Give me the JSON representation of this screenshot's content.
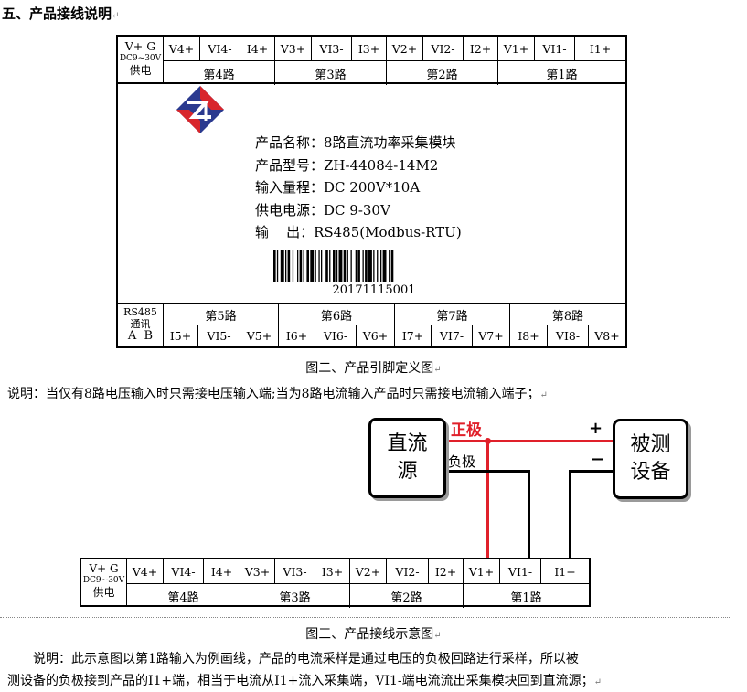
{
  "heading": "五、产品接线说明",
  "para_mark": "↵",
  "module": {
    "top_pins": [
      "V4+",
      "VI4-",
      "I4+",
      "V3+",
      "VI3-",
      "I3+",
      "V2+",
      "VI2-",
      "I2+",
      "V1+",
      "VI1-",
      "I1+"
    ],
    "top_groups": [
      "第4路",
      "第3路",
      "第2路",
      "第1路"
    ],
    "power": {
      "line1": "V+ G",
      "line2": "DC9~30V",
      "line3": "供电"
    },
    "bottom_pins": [
      "I5+",
      "VI5-",
      "V5+",
      "I6+",
      "VI6-",
      "V6+",
      "I7+",
      "VI7-",
      "V7+",
      "I8+",
      "VI8-",
      "V8+"
    ],
    "bottom_groups": [
      "第5路",
      "第6路",
      "第7路",
      "第8路"
    ],
    "rs485": {
      "line1": "RS485",
      "line2": "通讯",
      "line3": "A  B"
    },
    "info": [
      "产品名称：8路直流功率采集模块",
      "产品型号：ZH-44084-14M2",
      "输入量程：DC 200V*10A",
      "供电电源：DC 9-30V",
      "输    出：RS485(Modbus-RTU)"
    ],
    "serial": "20171115001"
  },
  "caption2": "图二、产品引脚定义图",
  "note1": "说明：当仅有8路电压输入时只需接电压输入端;当为8路电流输入产品时只需接电流输入端子；",
  "wiring": {
    "source": [
      "直流",
      "源"
    ],
    "device": [
      "被测",
      "设备"
    ],
    "positive": "正极",
    "negative": "负极",
    "plus": "+",
    "minus": "−",
    "pins": [
      "V4+",
      "VI4-",
      "I4+",
      "V3+",
      "VI3-",
      "I3+",
      "V2+",
      "VI2-",
      "I2+",
      "V1+",
      "VI1-",
      "I1+"
    ],
    "groups": [
      "第4路",
      "第3路",
      "第2路",
      "第1路"
    ],
    "power": {
      "line1": "V+ G",
      "line2": "DC9~30V",
      "line3": "供电"
    },
    "colors": {
      "positive_wire": "#e0202a",
      "negative_wire": "#000000"
    }
  },
  "caption3": "图三、产品接线示意图",
  "note2_line1": "说明：此示意图以第1路输入为例画线，产品的电流采样是通过电压的负极回路进行采样，所以被",
  "note2_line2": "测设备的负极接到产品的I1+端，相当于电流从I1+流入采集端，VI1-端电流流出采集模块回到直流源；"
}
